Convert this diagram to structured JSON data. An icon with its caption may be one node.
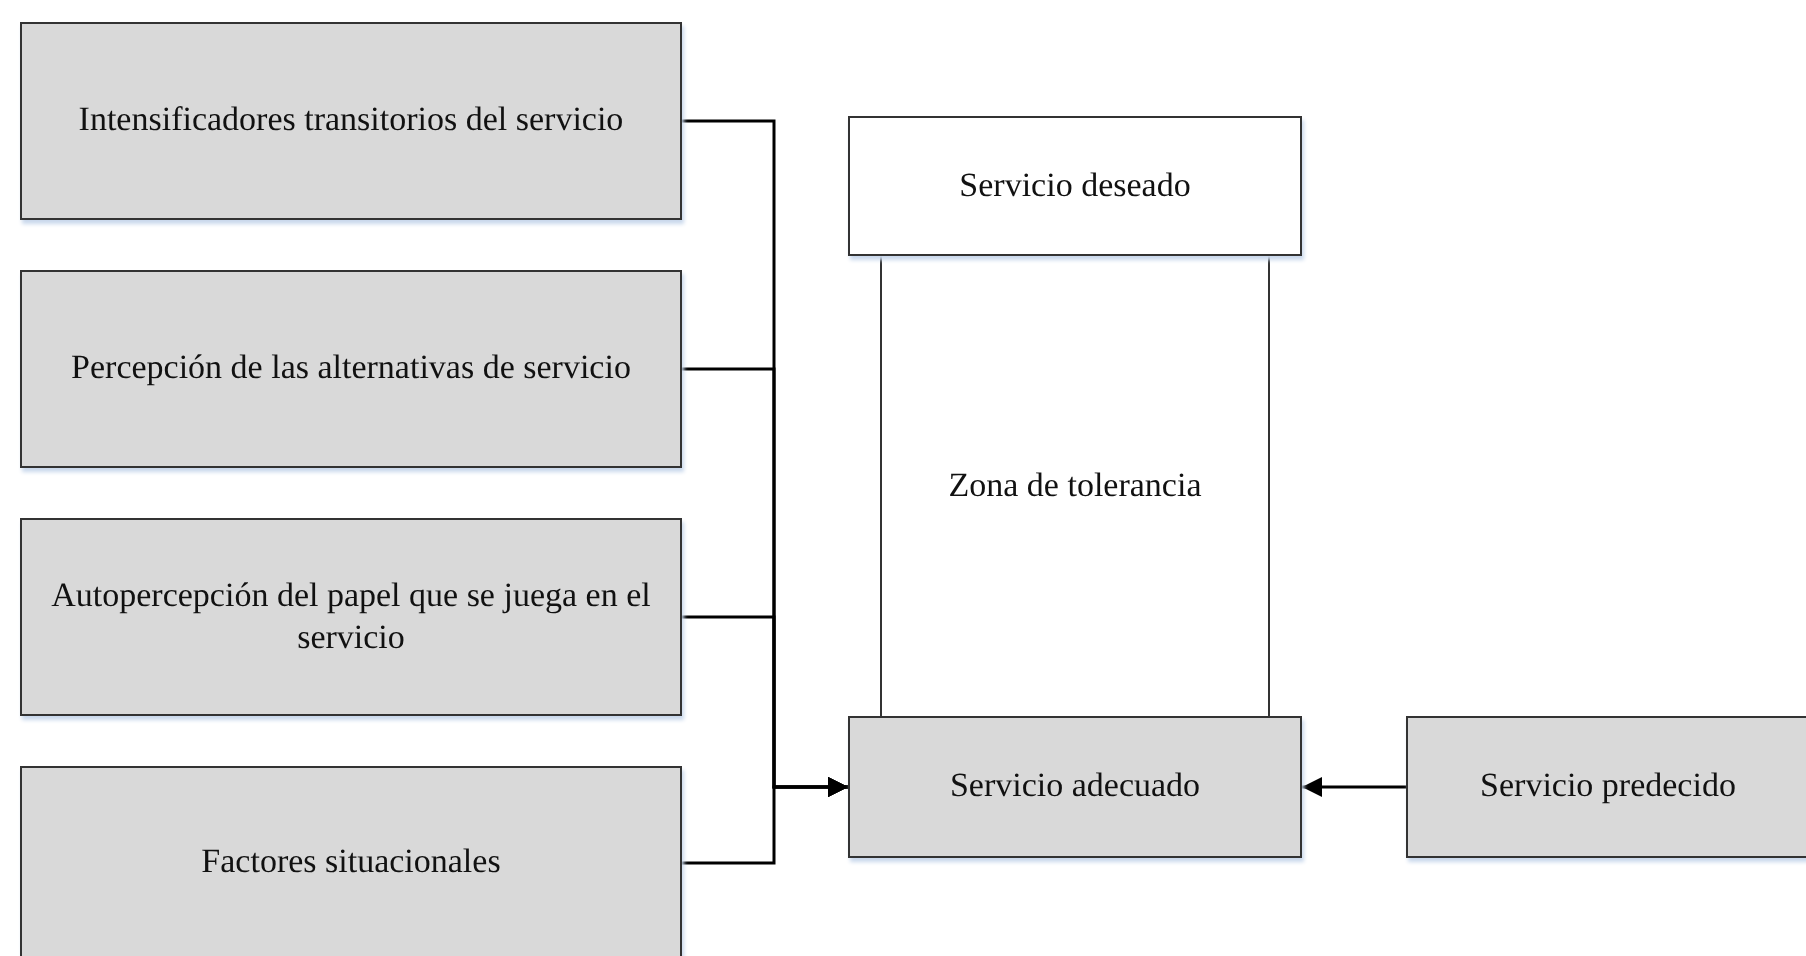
{
  "diagram": {
    "nodes": [
      {
        "text": [
          "Intensificadores transitorios del servicio"
        ]
      },
      {
        "text": [
          "Percepción de las alternativas de servicio"
        ]
      },
      {
        "text": [
          "Autopercepción del papel que se juega en el servicio"
        ]
      },
      {
        "text": [
          "Factores situacionales"
        ]
      },
      {
        "text": [
          "Servicio deseado"
        ]
      },
      {
        "text": [
          "Zona de tolerancia"
        ]
      },
      {
        "text": [
          "Servicio adecuado"
        ]
      },
      {
        "text": [
          "Servicio predecido"
        ]
      }
    ],
    "edges": [
      {
        "from": 0,
        "to": 6,
        "arrow": "to"
      },
      {
        "from": 1,
        "to": 6,
        "arrow": "to"
      },
      {
        "from": 2,
        "to": 6,
        "arrow": "to"
      },
      {
        "from": 3,
        "to": 6,
        "arrow": "to"
      },
      {
        "from": 7,
        "to": 6,
        "arrow": "to"
      }
    ]
  }
}
